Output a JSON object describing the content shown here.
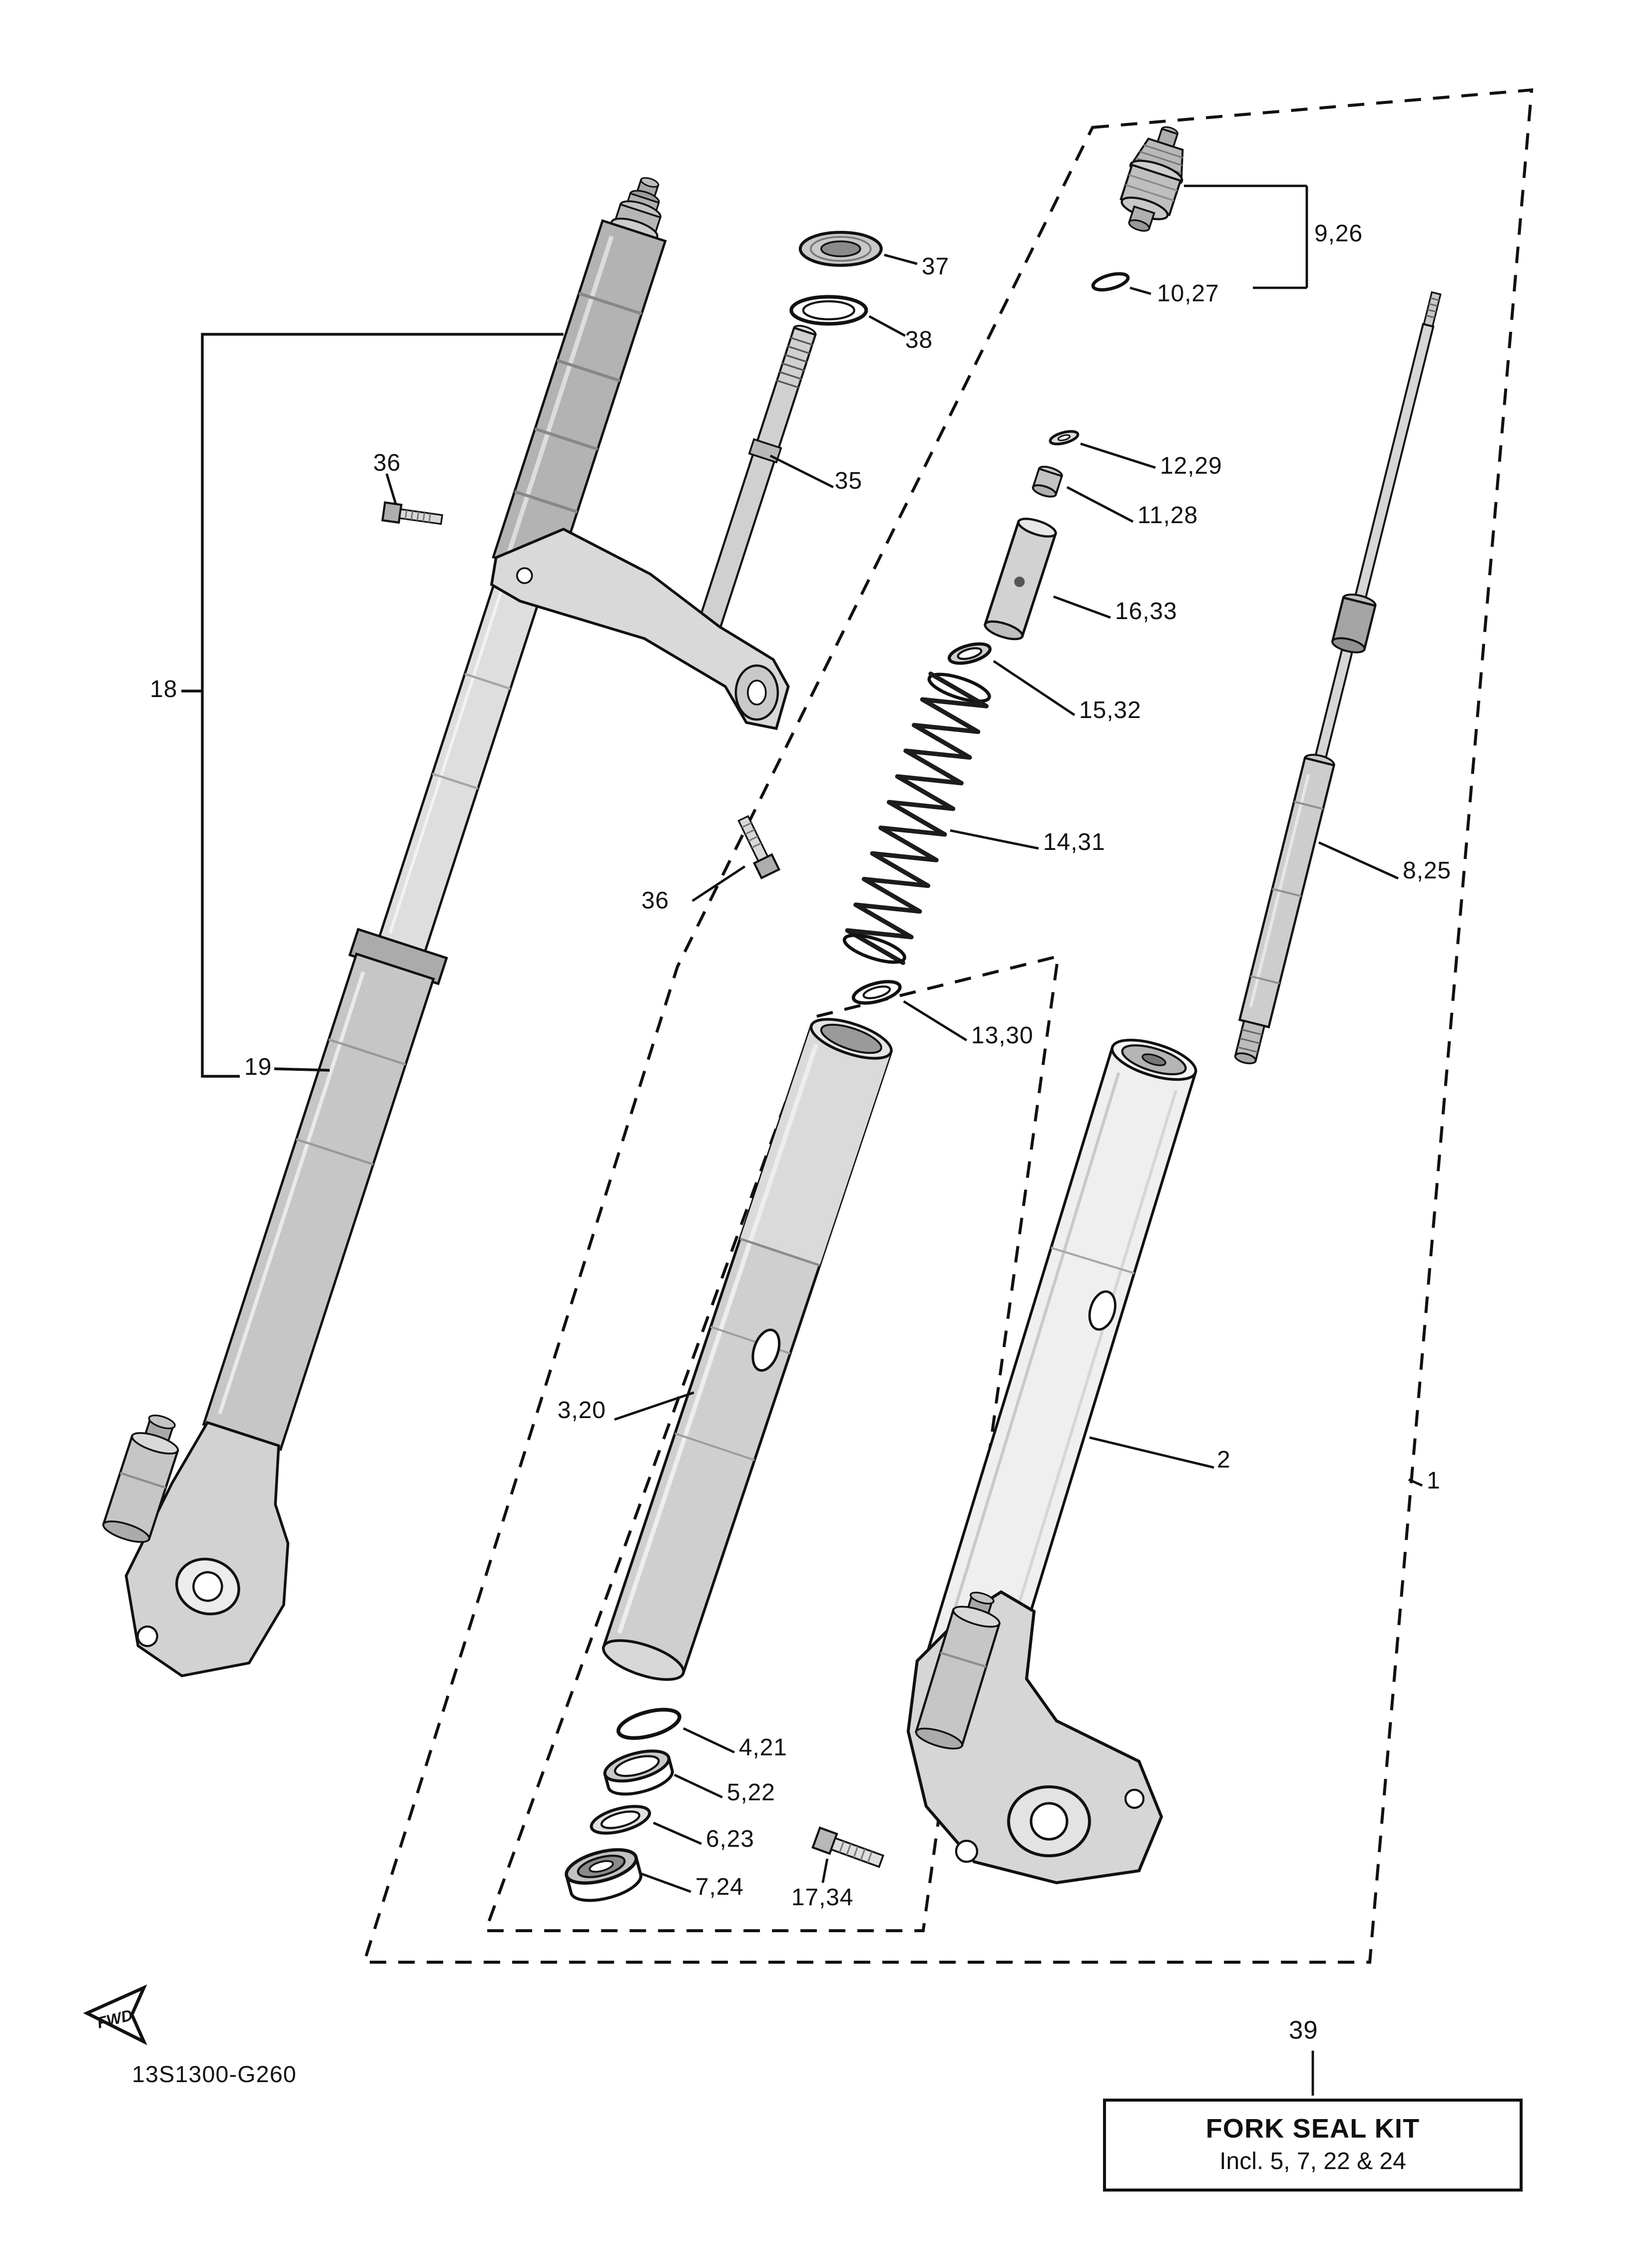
{
  "diagram": {
    "code": "13S1300-G260",
    "fwd": "FWD"
  },
  "callouts": {
    "n37": "37",
    "n38": "38",
    "n35": "35",
    "n36a": "36",
    "n36b": "36",
    "n18": "18",
    "n19": "19",
    "n9_26": "9,26",
    "n10_27": "10,27",
    "n12_29": "12,29",
    "n11_28": "11,28",
    "n16_33": "16,33",
    "n15_32": "15,32",
    "n14_31": "14,31",
    "n13_30": "13,30",
    "n8_25": "8,25",
    "n3_20": "3,20",
    "n2": "2",
    "n1": "1",
    "n4_21": "4,21",
    "n5_22": "5,22",
    "n6_23": "6,23",
    "n7_24": "7,24",
    "n17_34": "17,34",
    "n39": "39"
  },
  "fork_seal_kit": {
    "title": "FORK SEAL KIT",
    "includes": "Incl. 5, 7, 22 & 24"
  }
}
